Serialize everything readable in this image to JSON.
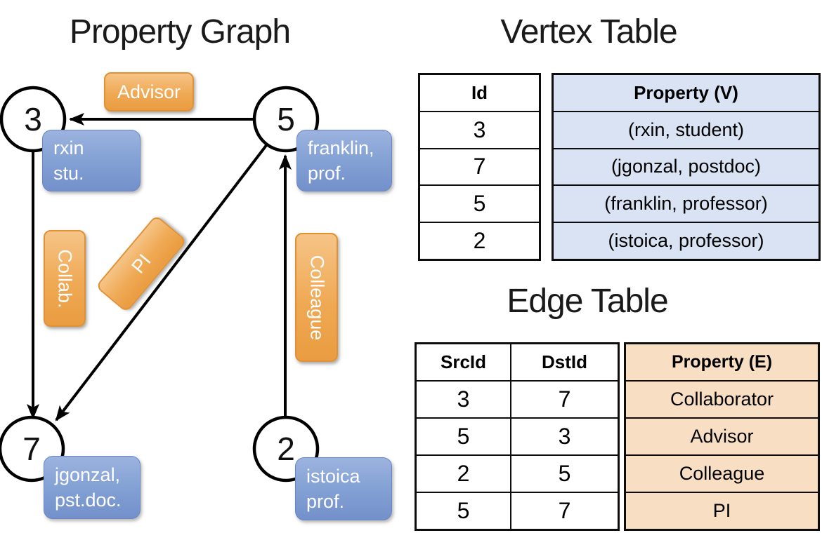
{
  "graph": {
    "title": "Property Graph",
    "nodes": {
      "n3": "3",
      "n5": "5",
      "n7": "7",
      "n2": "2"
    },
    "edge_labels": {
      "advisor": "Advisor",
      "collab": "Collab.",
      "pi": "PI",
      "colleague": "Colleague"
    },
    "vertex_props": {
      "n3_line1": "rxin",
      "n3_line2": "stu.",
      "n5_line1": "franklin,",
      "n5_line2": "prof.",
      "n7_line1": "jgonzal,",
      "n7_line2": "pst.doc.",
      "n2_line1": "istoica",
      "n2_line2": "prof."
    }
  },
  "vertex_table": {
    "title": "Vertex Table",
    "col_id": "Id",
    "col_property": "Property (V)",
    "rows": [
      {
        "id": "3",
        "property": "(rxin, student)"
      },
      {
        "id": "7",
        "property": "(jgonzal, postdoc)"
      },
      {
        "id": "5",
        "property": "(franklin, professor)"
      },
      {
        "id": "2",
        "property": "(istoica, professor)"
      }
    ]
  },
  "edge_table": {
    "title": "Edge Table",
    "col_src": "SrcId",
    "col_dst": "DstId",
    "col_property": "Property (E)",
    "rows": [
      {
        "src": "3",
        "dst": "7",
        "property": "Collaborator"
      },
      {
        "src": "5",
        "dst": "3",
        "property": "Advisor"
      },
      {
        "src": "2",
        "dst": "5",
        "property": "Colleague"
      },
      {
        "src": "5",
        "dst": "7",
        "property": "PI"
      }
    ]
  },
  "colors": {
    "orange": "#efa954",
    "blue": "#83a1d4",
    "vertex_property_fill": "#dae3f3",
    "edge_property_fill": "#f8dfc3",
    "line": "#000000"
  }
}
